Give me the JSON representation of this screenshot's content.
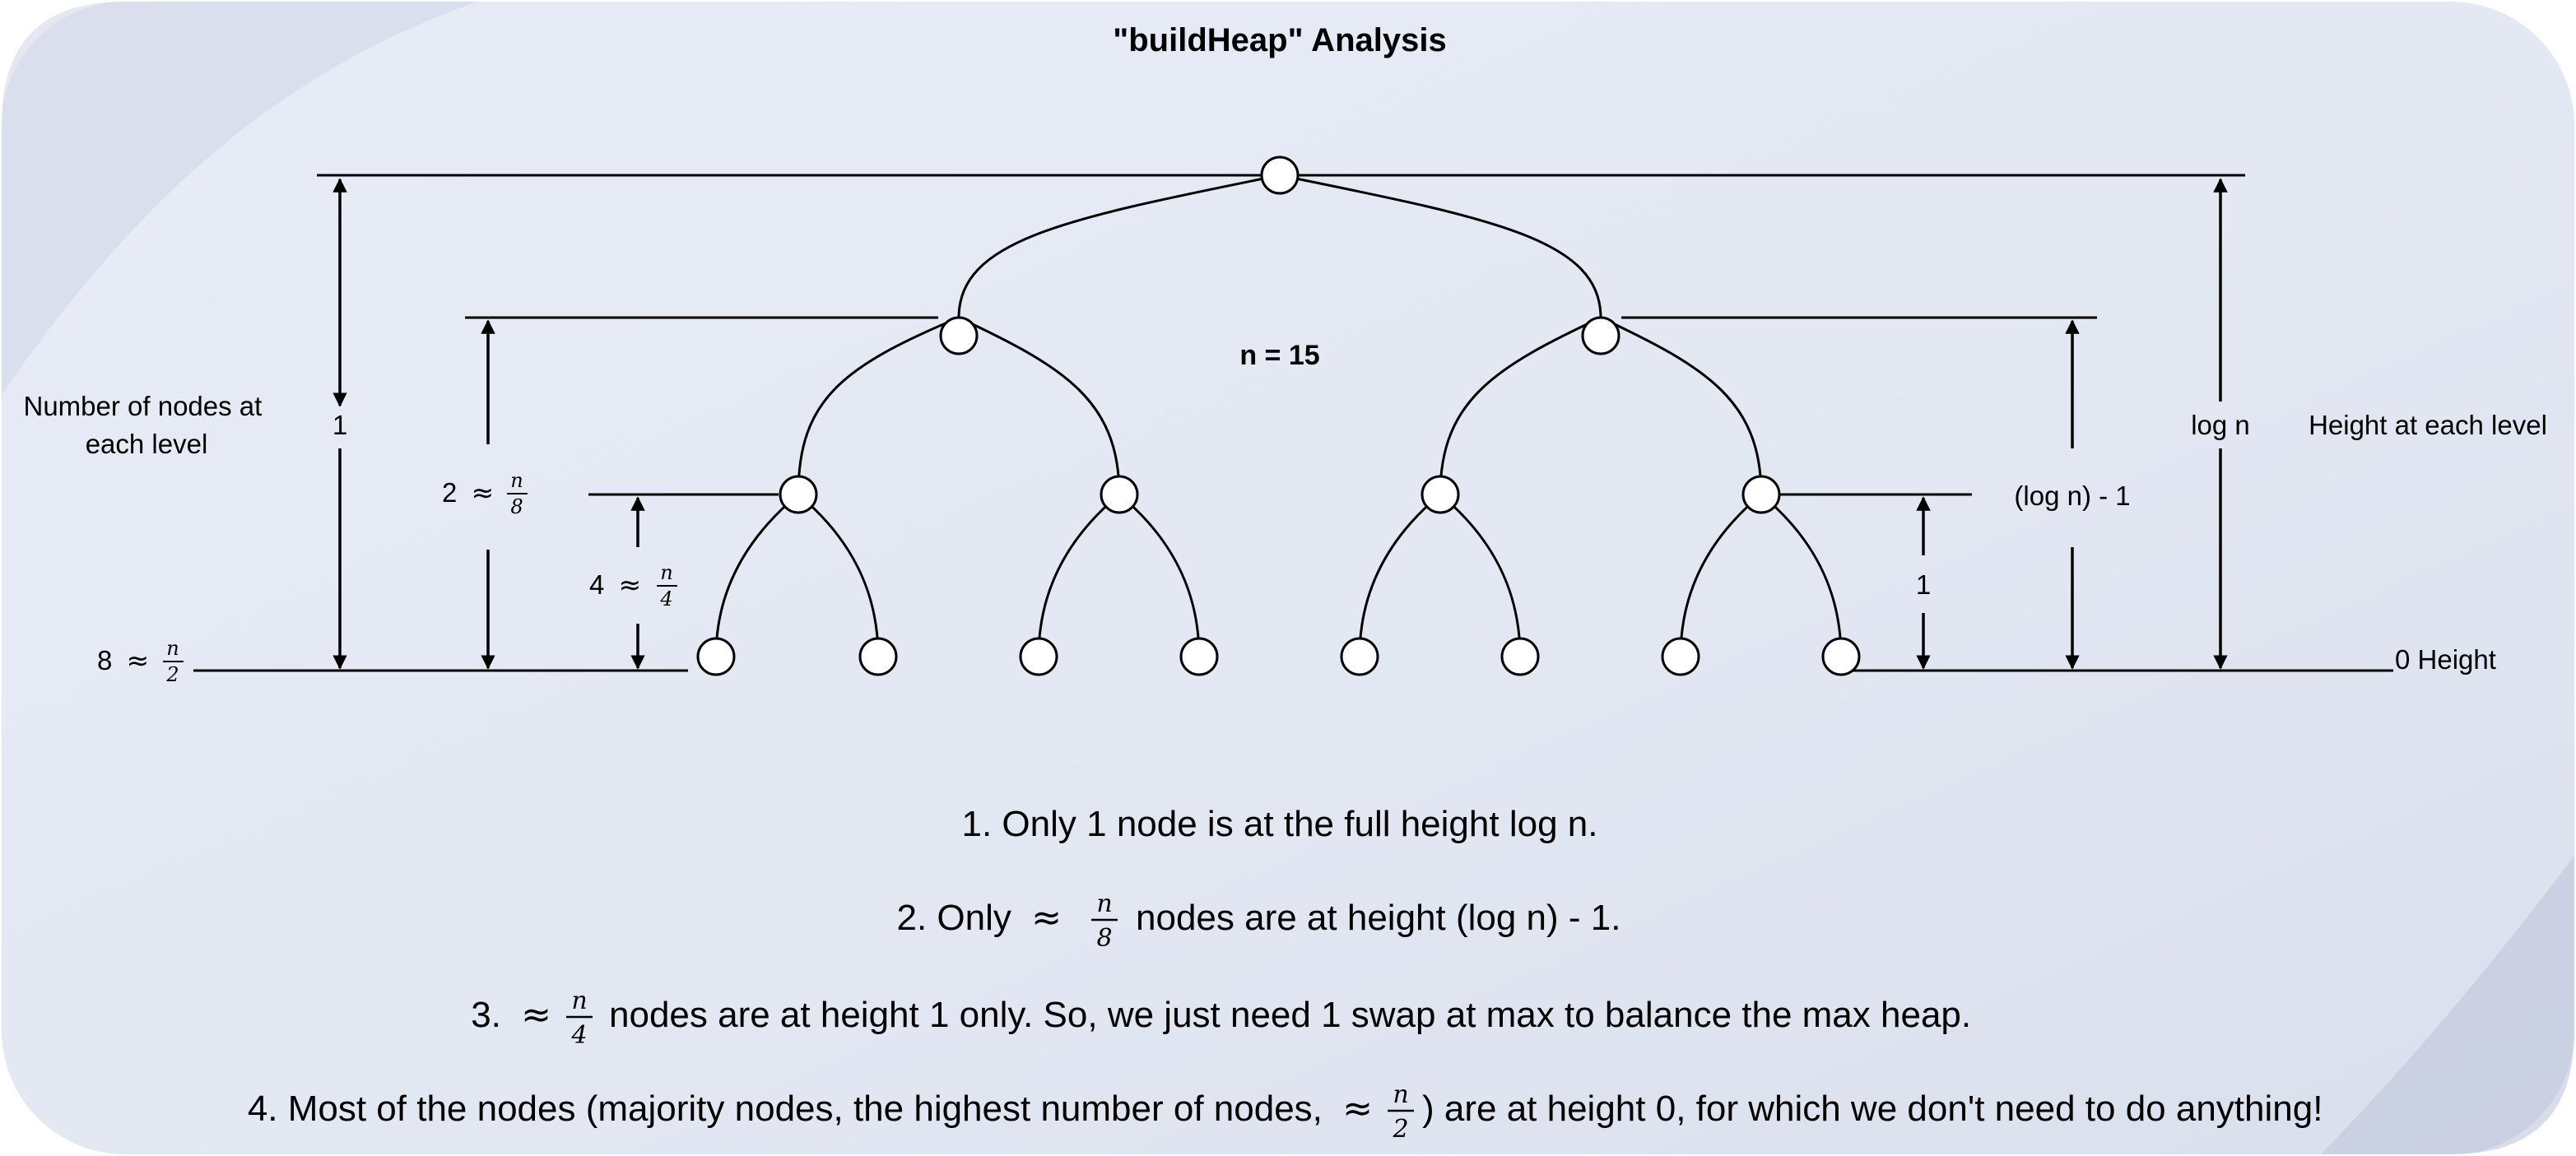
{
  "title": "\"buildHeap\" Analysis",
  "center_label": "n = 15",
  "left_heading": {
    "line1": "Number of nodes at",
    "line2": "each level"
  },
  "right_heading": "Height at each level",
  "left_counts": {
    "level0": "1",
    "level1": {
      "count": "2",
      "approx": "≈",
      "num": "n",
      "den": "8"
    },
    "level2": {
      "count": "4",
      "approx": "≈",
      "num": "n",
      "den": "4"
    },
    "level3": {
      "count": "8",
      "approx": "≈",
      "num": "n",
      "den": "2"
    }
  },
  "right_heights": {
    "top": "log n",
    "second": "(log n) - 1",
    "third": "1",
    "bottom": "0 Height"
  },
  "notes": {
    "n1": {
      "text": "1. Only 1 node is at the full height log n."
    },
    "n2": {
      "pre": "2. Only",
      "approx": "≈",
      "num": "n",
      "den": "8",
      "post": "nodes are at height (log n) - 1."
    },
    "n3": {
      "pre": "3.",
      "approx": "≈",
      "num": "n",
      "den": "4",
      "post": "nodes are at height 1 only. So, we just need 1 swap at max to balance the max heap."
    },
    "n4": {
      "pre": "4. Most of the nodes (majority nodes, the highest number of nodes,",
      "approx": "≈",
      "num": "n",
      "den": "2",
      "post": ") are at height 0, for which we don't need to do anything!"
    }
  },
  "tree": {
    "node_count": 15
  },
  "colors": {
    "background": "#e3e8f3",
    "stroke": "#000000"
  }
}
